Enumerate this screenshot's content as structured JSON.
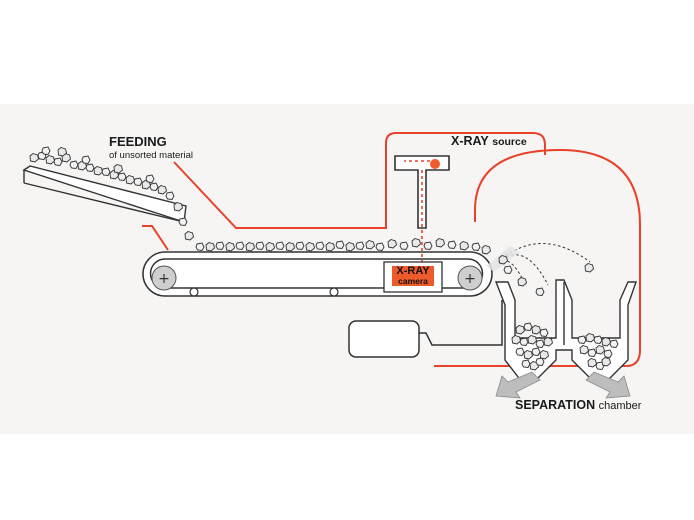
{
  "labels": {
    "feeding_title": "FEEDING",
    "feeding_sub": "of unsorted material",
    "xray_source_bold": "X-RAY",
    "xray_source_rest": "source",
    "camera_bold": "X-RAY",
    "camera_rest": "camera",
    "separation_bold": "SEPARATION",
    "separation_rest": "chamber"
  },
  "colors": {
    "accent": "#e8432a",
    "camera_fill": "#ee5a2a",
    "line": "#333333",
    "rock_fill": "#e9e9e9",
    "arrow_fill": "#bdbdbd",
    "background_panel": "#f6f5f4"
  },
  "icons": [
    "plus-icon",
    "plus-icon"
  ]
}
